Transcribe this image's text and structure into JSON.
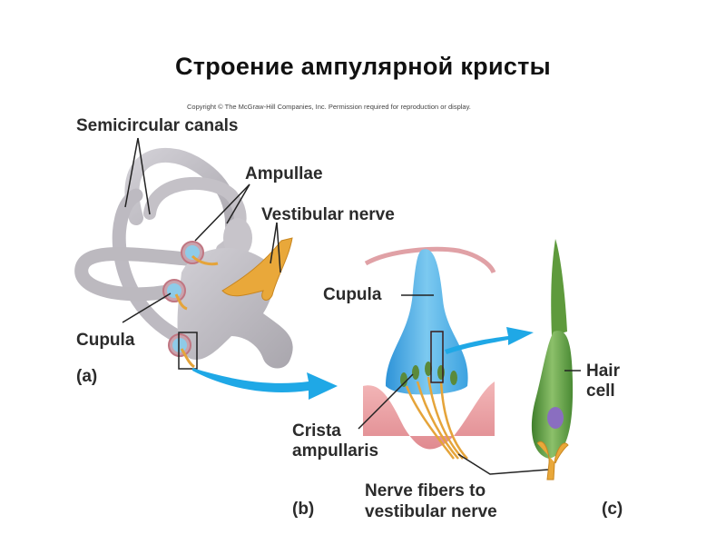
{
  "title": "Строение ампулярной кристы",
  "copyright": "Copyright © The McGraw-Hill Companies, Inc. Permission required for reproduction or display.",
  "labels": {
    "semicircular_canals": "Semicircular canals",
    "ampullae": "Ampullae",
    "vestibular_nerve": "Vestibular nerve",
    "cupula_a": "Cupula",
    "panel_a": "(a)",
    "cupula_b": "Cupula",
    "crista_line1": "Crista",
    "crista_line2": "ampullaris",
    "nerve_fibers_line1": "Nerve fibers to",
    "nerve_fibers_line2": "vestibular nerve",
    "panel_b": "(b)",
    "hair_line1": "Hair",
    "hair_line2": "cell",
    "panel_c": "(c)"
  },
  "colors": {
    "bone": "#bfbcc3",
    "cupula_blue": "#5bb6e8",
    "arrow_blue": "#1fa8e6",
    "nerve_orange": "#e9a83a",
    "crista_pink": "#e8959a",
    "hair_cell_green": "#5e9a3c",
    "nucleus_purple": "#8a6ec0"
  }
}
